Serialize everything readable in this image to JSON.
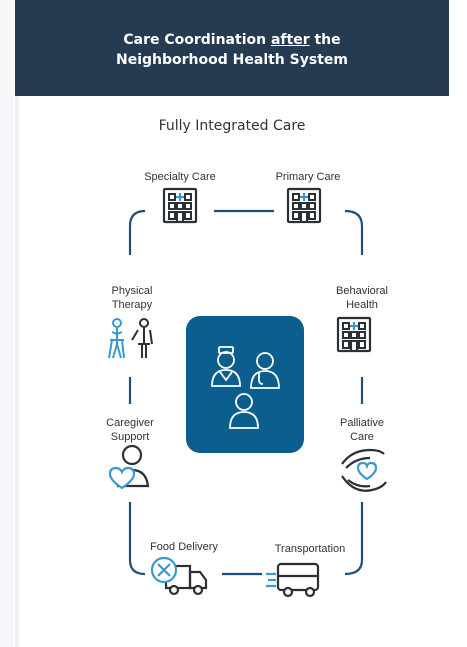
{
  "header": {
    "title_before": "Care Coordination ",
    "title_emphasis": "after",
    "title_after": " the",
    "title_line2": "Neighborhood Health System"
  },
  "subtitle": "Fully Integrated Care",
  "nodes": {
    "specialty_care": "Specialty Care",
    "primary_care": "Primary Care",
    "physical_therapy": [
      "Physical",
      "Therapy"
    ],
    "behavioral_health": [
      "Behavioral",
      "Health"
    ],
    "caregiver_support": [
      "Caregiver",
      "Support"
    ],
    "palliative_care": [
      "Palliative",
      "Care"
    ],
    "food_delivery": "Food Delivery",
    "transportation": "Transportation"
  },
  "colors": {
    "header_bg": "#263a52",
    "center_box": "#0b5e8e",
    "connector": "#1d4f7a",
    "icon_dark": "#2b2f36",
    "icon_accent": "#3a98d0"
  },
  "icons": {
    "specialty_care": "hospital-building-icon",
    "primary_care": "hospital-building-icon",
    "physical_therapy": "walker-assist-icon",
    "behavioral_health": "hospital-building-icon",
    "caregiver_support": "person-heart-icon",
    "palliative_care": "hands-heart-icon",
    "food_delivery": "delivery-truck-icon",
    "transportation": "bus-icon",
    "center": "care-team-icon"
  }
}
